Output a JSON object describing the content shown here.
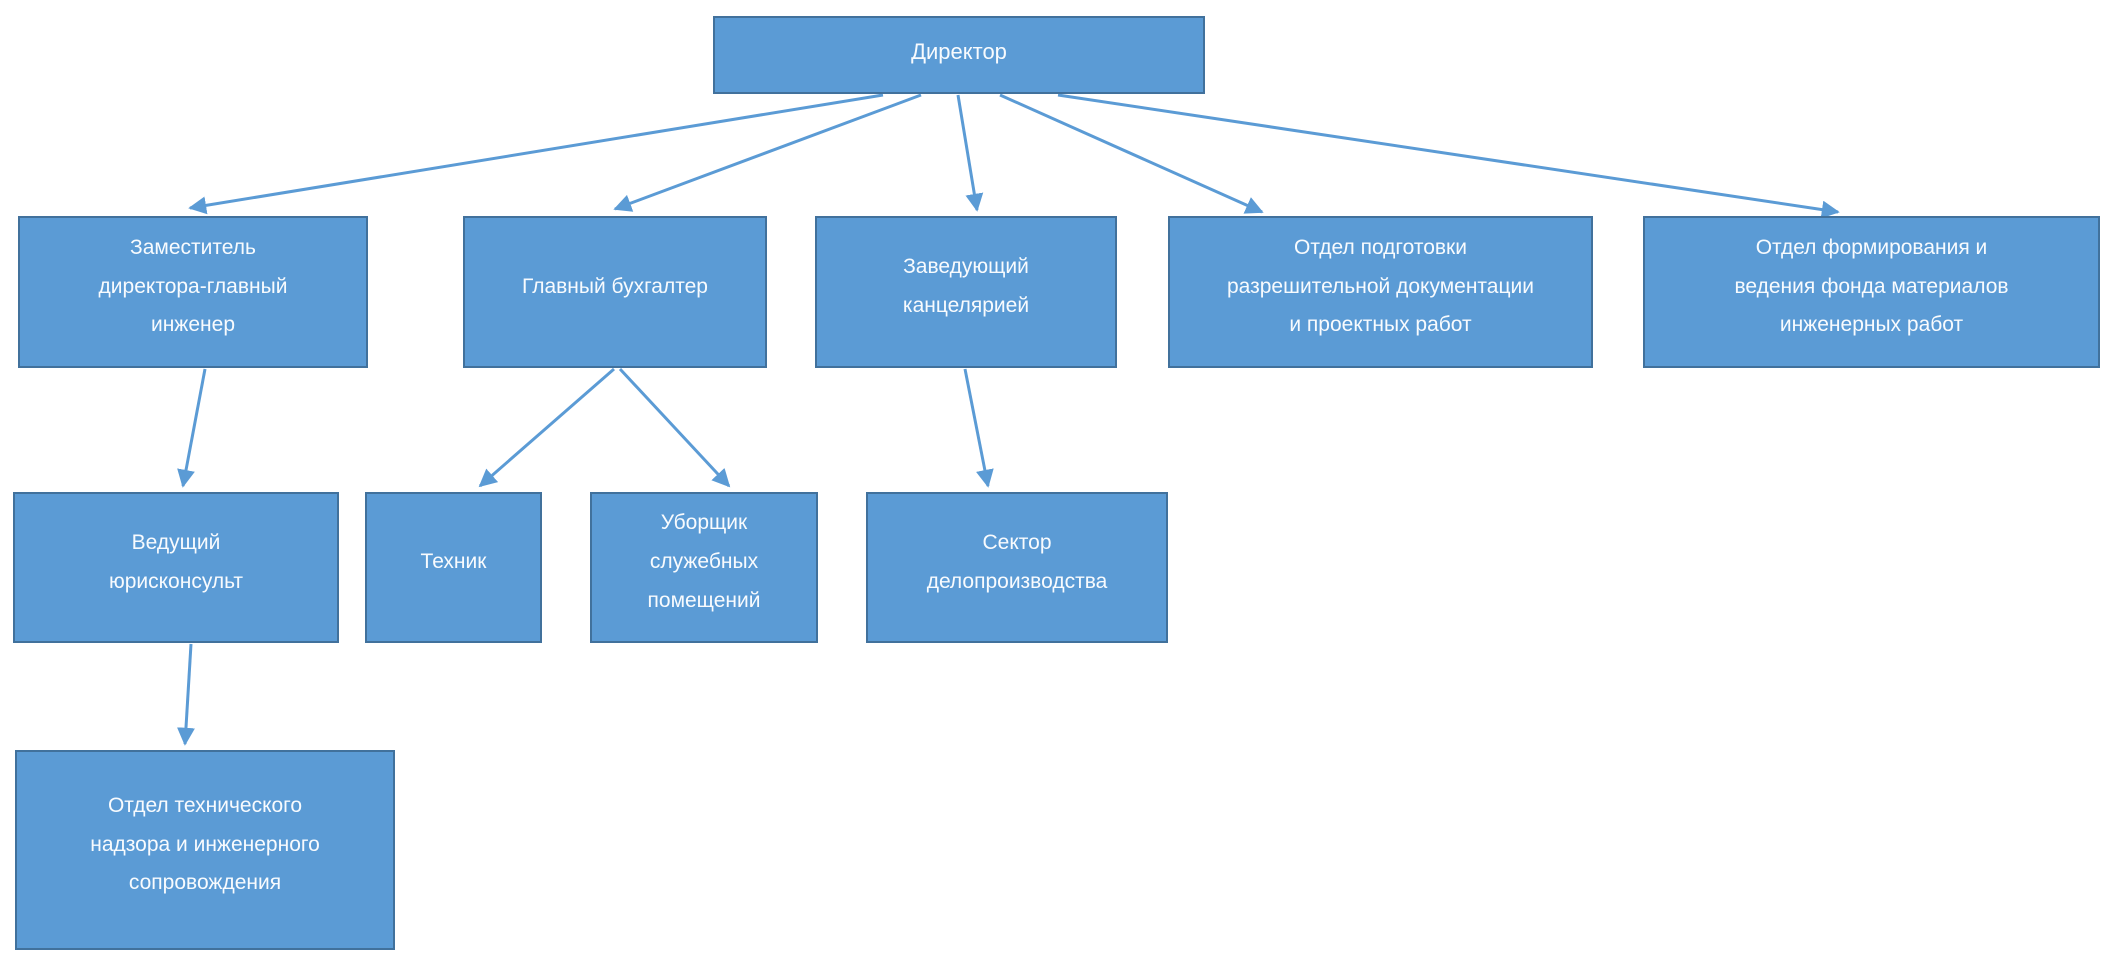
{
  "diagram": {
    "type": "org-chart",
    "language": "ru",
    "colors": {
      "node_fill": "#5B9BD5",
      "node_border": "#41719C",
      "arrow": "#5B9BD5",
      "text": "#F8FBFE",
      "background": "#FFFFFF"
    },
    "nodes": {
      "director": {
        "label": "Директор"
      },
      "deputy_chief_engineer": {
        "label": "Заместитель\nдиректора-главный\nинженер"
      },
      "chief_accountant": {
        "label": "Главный бухгалтер"
      },
      "office_head": {
        "label": "Заведующий\nканцелярией"
      },
      "permit_docs_dept": {
        "label": "Отдел подготовки\nразрешительной документации\nи проектных работ"
      },
      "materials_fund_dept": {
        "label": "Отдел формирования и\nведения фонда материалов\nинженерных работ"
      },
      "lead_legal_counsel": {
        "label": "Ведущий\nюрисконсульт"
      },
      "technician": {
        "label": "Техник"
      },
      "cleaner": {
        "label": "Уборщик\nслужебных\nпомещений"
      },
      "records_sector": {
        "label": "Сектор\nделопроизводства"
      },
      "tech_supervision_dept": {
        "label": "Отдел технического\nнадзора и инженерного\nсопровождения"
      }
    },
    "edges": [
      {
        "from": "director",
        "to": "deputy_chief_engineer"
      },
      {
        "from": "director",
        "to": "chief_accountant"
      },
      {
        "from": "director",
        "to": "office_head"
      },
      {
        "from": "director",
        "to": "permit_docs_dept"
      },
      {
        "from": "director",
        "to": "materials_fund_dept"
      },
      {
        "from": "deputy_chief_engineer",
        "to": "lead_legal_counsel"
      },
      {
        "from": "chief_accountant",
        "to": "technician"
      },
      {
        "from": "chief_accountant",
        "to": "cleaner"
      },
      {
        "from": "office_head",
        "to": "records_sector"
      },
      {
        "from": "lead_legal_counsel",
        "to": "tech_supervision_dept"
      }
    ]
  }
}
